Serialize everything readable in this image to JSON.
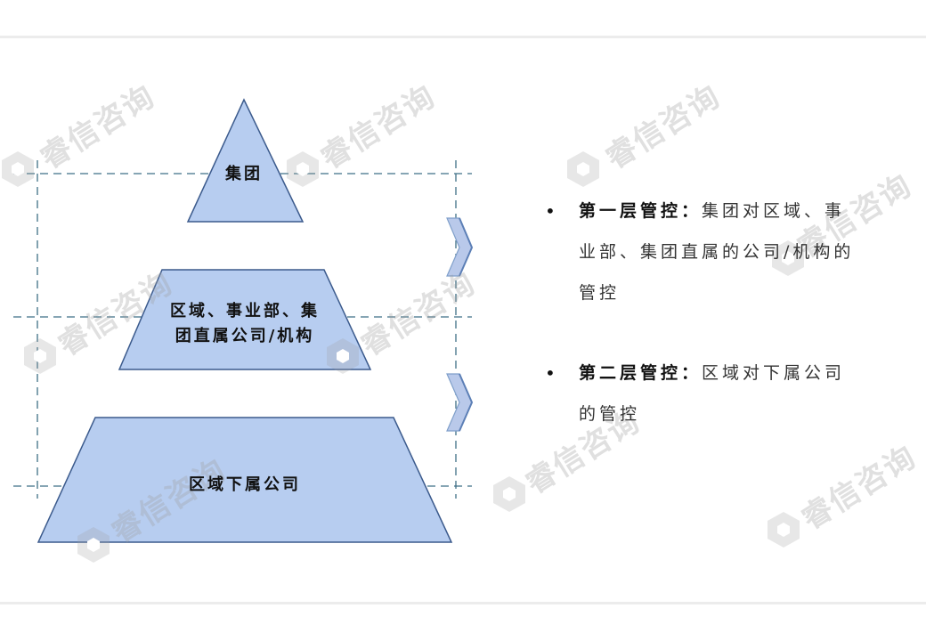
{
  "watermark": {
    "text": "睿信咨询"
  },
  "pyramid": {
    "levels": [
      {
        "label": "集团"
      },
      {
        "label_line1": "区域、事业部、集",
        "label_line2": "团直属公司/机构"
      },
      {
        "label": "区域下属公司"
      }
    ]
  },
  "bullets": [
    {
      "title": "第一层管控：",
      "body_line1": "集团对区域、事",
      "body_line2": "业部、集团直属的公司/机构的",
      "body_line3": "管控"
    },
    {
      "title": "第二层管控：",
      "body_line1": "区域对下属公司",
      "body_line2": "的管控"
    }
  ],
  "colors": {
    "shape_fill": "#b7cdf0",
    "shape_stroke": "#3b5a8c",
    "guide_line": "#3f6f86",
    "chevron": "#b9c9ea"
  }
}
